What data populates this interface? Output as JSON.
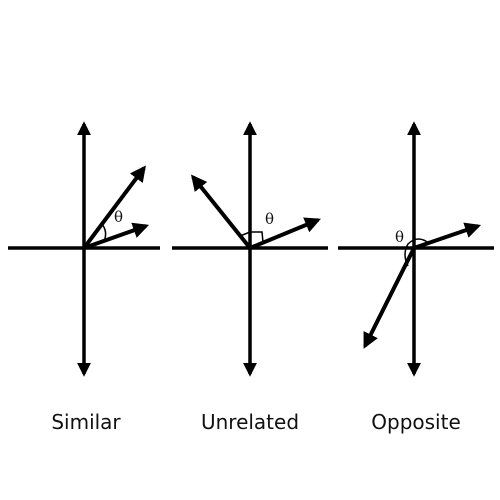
{
  "panels": [
    {
      "id": "similar",
      "caption": "Similar",
      "angle_symbol": "θ"
    },
    {
      "id": "unrelated",
      "caption": "Unrelated",
      "angle_symbol": "θ"
    },
    {
      "id": "opposite",
      "caption": "Opposite",
      "angle_symbol": "θ"
    }
  ],
  "colors": {
    "ink": "#000000",
    "background": "#ffffff"
  }
}
